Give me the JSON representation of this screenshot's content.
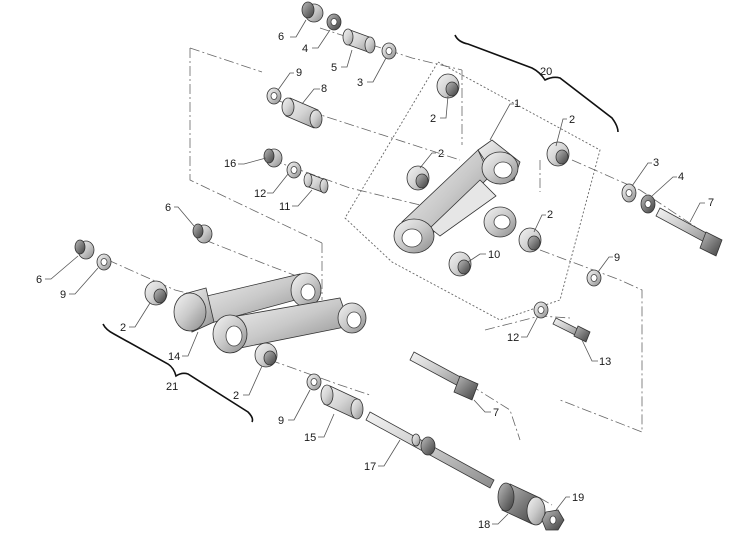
{
  "diagram": {
    "callouts": {
      "c6a": "6",
      "c4a": "4",
      "c5": "5",
      "c3a": "3",
      "c9a": "9",
      "c8": "8",
      "c2a": "2",
      "c1": "1",
      "c2b": "2",
      "c20": "20",
      "c16": "16",
      "c2c": "2",
      "c12a": "12",
      "c11": "11",
      "c3b": "3",
      "c4b": "4",
      "c7a": "7",
      "c2d": "2",
      "c10": "10",
      "c9b": "9",
      "c6b": "6",
      "c6c": "6",
      "c9c": "9",
      "c2e": "2",
      "c12b": "12",
      "c13": "13",
      "c14": "14",
      "c21": "21",
      "c2f": "2",
      "c9d": "9",
      "c7b": "7",
      "c15": "15",
      "c17": "17",
      "c18": "18",
      "c19": "19"
    },
    "groups": {
      "upper_group": "20",
      "lower_group": "21"
    }
  }
}
